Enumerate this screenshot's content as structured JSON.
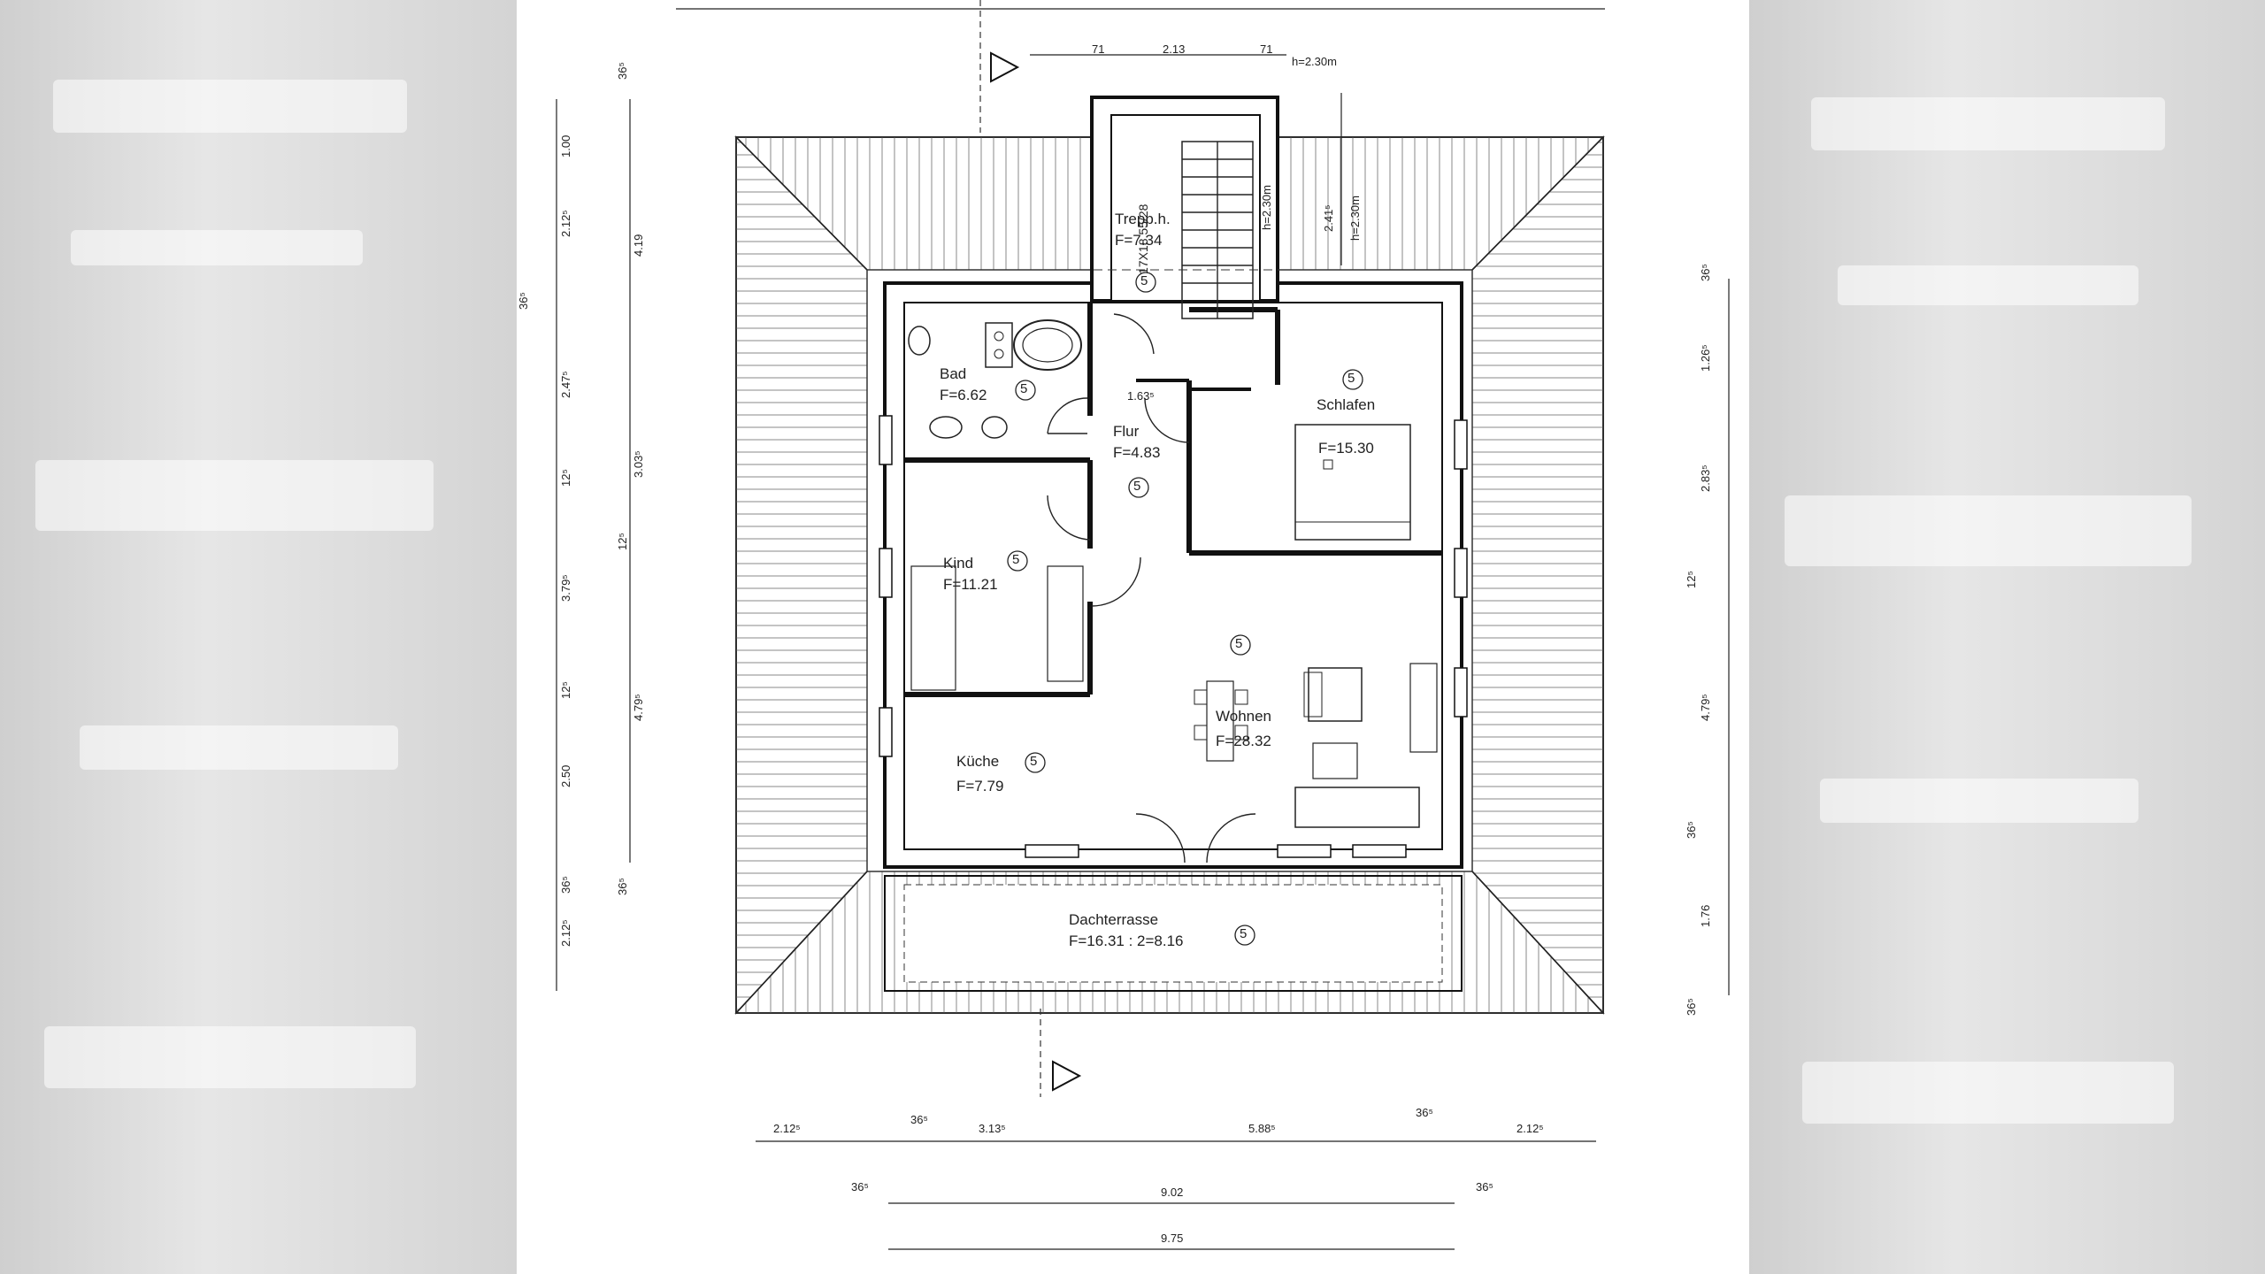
{
  "rooms": {
    "treppenhaus": {
      "name": "Trepp.h.",
      "area": "F=7.34",
      "num": "5"
    },
    "bad": {
      "name": "Bad",
      "area": "F=6.62",
      "num": "5"
    },
    "flur": {
      "name": "Flur",
      "area": "F=4.83",
      "num": "5"
    },
    "schlafen": {
      "name": "Schlafen",
      "area": "F=15.30",
      "num": "5"
    },
    "kind": {
      "name": "Kind",
      "area": "F=11.21",
      "num": "5"
    },
    "wohnen": {
      "name": "Wohnen",
      "area": "F=28.32",
      "num": "5"
    },
    "kueche": {
      "name": "Küche",
      "area": "F=7.79",
      "num": "5"
    },
    "dachterrasse": {
      "name": "Dachterrasse",
      "area": "F=16.31 : 2=8.16",
      "num": "5"
    }
  },
  "annotations": {
    "stair": "17X18.55/28",
    "height_top": "h=2.30m",
    "height_stair": "h=2.30m",
    "height_right": "h=2.30m",
    "flur_width": "1.63⁵",
    "stair_right": "2.41⁵"
  },
  "dims_top": [
    "71",
    "2.13",
    "71"
  ],
  "dims_left_outer": [
    "36⁵",
    "1.00",
    "2.12⁵",
    "36⁵",
    "2.47⁵",
    "12⁵",
    "3.79⁵",
    "12⁵",
    "2.50",
    "36⁵",
    "2.12⁵"
  ],
  "dims_left_inner": [
    "4.19",
    "3.03⁵",
    "12⁵",
    "4.79⁵",
    "36⁵"
  ],
  "dims_right": [
    "36⁵",
    "1.26⁵",
    "2.83⁵",
    "12⁵",
    "4.79⁵",
    "36⁵",
    "1.76",
    "36⁵"
  ],
  "dims_bottom_row1": [
    "2.12⁵",
    "36⁵",
    "3.13⁵",
    "5.88⁵",
    "36⁵",
    "2.12⁵"
  ],
  "dims_bottom_row2": [
    "36⁵",
    "9.02",
    "36⁵"
  ],
  "dims_bottom_row3": [
    "9.75"
  ]
}
